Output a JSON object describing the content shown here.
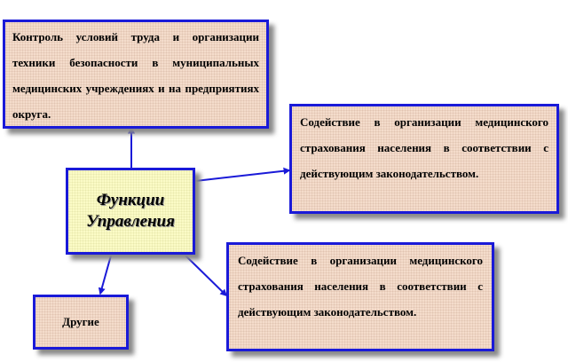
{
  "diagram": {
    "top_box": "Контроль условий труда и организации техники безопасности в муниципальных медицинских учреждениях и на предприятиях округа.",
    "center_box": {
      "line1": "Функции",
      "line2": "Управления"
    },
    "right_box_1": "Содействие в организации медицинского страхования населения в соответствии с действующим законодательством.",
    "right_box_2": "Содействие в организации медицинского страхования населения в соответствии с действующим законодательством.",
    "other_box": "Другие",
    "colors": {
      "border": "#1a1ad8",
      "arrow": "#1a1ad8",
      "box_fill": "#f4dccb",
      "center_fill": "#fbfbc6",
      "shadow": "#8a8a8a"
    }
  }
}
